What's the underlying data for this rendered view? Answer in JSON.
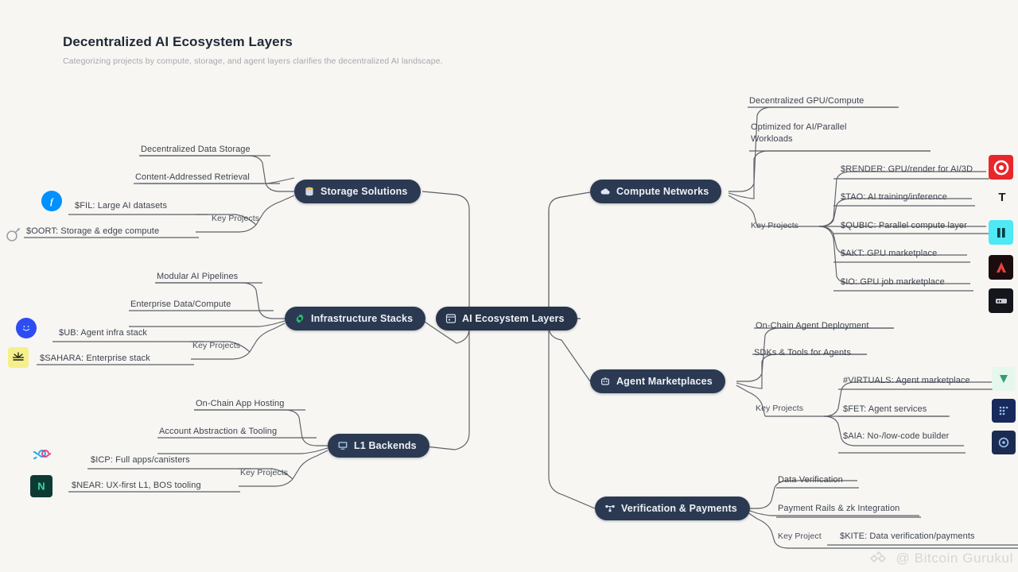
{
  "header": {
    "title": "Decentralized AI Ecosystem Layers",
    "subtitle": "Categorizing projects by compute, storage, and agent layers clarifies the decentralized AI landscape."
  },
  "center": {
    "label": "AI Ecosystem Layers",
    "icon": "layers-icon"
  },
  "watermark": {
    "text": "@ Bitcoin Gurukul",
    "icon": "diamond-logo-icon"
  },
  "colors": {
    "background": "#f7f6f3",
    "node_fill": "#2b3a52",
    "node_text": "#eef2f7",
    "wire": "#5c5f66",
    "leaf_text": "#3f4350",
    "title": "#1f2937",
    "subtitle": "#a8a8ae",
    "watermark": "#d6d6d6"
  },
  "branches": {
    "storage": {
      "label": "Storage Solutions",
      "icon": "database-icon",
      "leaves": [
        "Decentralized Data Storage",
        "Content-Addressed Retrieval"
      ],
      "key_label": "Key Projects",
      "projects": [
        {
          "text": "$FIL: Large AI datasets",
          "icon": "filecoin-icon"
        },
        {
          "text": "$OORT: Storage & edge compute",
          "icon": "oort-icon"
        }
      ]
    },
    "infrastructure": {
      "label": "Infrastructure Stacks",
      "icon": "gear-icon",
      "leaves": [
        "Modular AI Pipelines",
        "Enterprise Data/Compute"
      ],
      "key_label": "Key Projects",
      "projects": [
        {
          "text": "$UB: Agent infra stack",
          "icon": "unibase-icon"
        },
        {
          "text": "$SAHARA: Enterprise stack",
          "icon": "sahara-icon"
        }
      ]
    },
    "l1": {
      "label": "L1 Backends",
      "icon": "server-icon",
      "leaves": [
        "On-Chain App Hosting",
        "Account Abstraction & Tooling"
      ],
      "key_label": "Key Projects",
      "projects": [
        {
          "text": "$ICP: Full apps/canisters",
          "icon": "internet-computer-icon"
        },
        {
          "text": "$NEAR: UX-first L1, BOS tooling",
          "icon": "near-icon"
        }
      ]
    },
    "compute": {
      "label": "Compute Networks",
      "icon": "cloud-icon",
      "leaves": [
        "Decentralized GPU/Compute",
        "Optimized for AI/Parallel Workloads"
      ],
      "key_label": "Key Projects",
      "projects": [
        {
          "text": "$RENDER: GPU/render for AI/3D",
          "icon": "render-icon"
        },
        {
          "text": "$TAO: AI training/inference",
          "icon": "bittensor-icon"
        },
        {
          "text": "$QUBIC: Parallel compute layer",
          "icon": "qubic-icon"
        },
        {
          "text": "$AKT: GPU marketplace",
          "icon": "akash-icon"
        },
        {
          "text": "$IO: GPU job marketplace",
          "icon": "ionet-icon"
        }
      ]
    },
    "agents": {
      "label": "Agent Marketplaces",
      "icon": "robot-icon",
      "leaves": [
        "On-Chain Agent Deployment",
        "SDKs & Tools for Agents"
      ],
      "key_label": "Key Projects",
      "projects": [
        {
          "text": "#VIRTUALS: Agent marketplace",
          "icon": "virtuals-icon"
        },
        {
          "text": "$FET: Agent services",
          "icon": "fetchai-icon"
        },
        {
          "text": "$AIA: No-/low-code builder",
          "icon": "aia-icon"
        }
      ]
    },
    "verification": {
      "label": "Verification & Payments",
      "icon": "network-icon",
      "leaves": [
        "Data Verification",
        "Payment Rails & zk Integration"
      ],
      "key_label": "Key Project",
      "projects": [
        {
          "text": "$KITE: Data verification/payments",
          "icon": "kite-icon"
        }
      ]
    }
  }
}
